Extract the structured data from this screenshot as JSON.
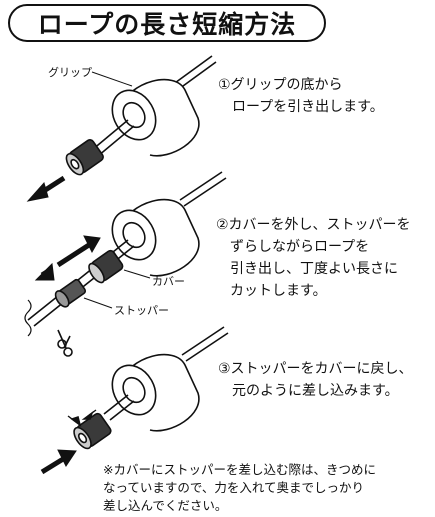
{
  "title": "ロープの長さ短縮方法",
  "labels": {
    "grip": "グリップ",
    "cover": "カバー",
    "stopper": "ストッパー"
  },
  "steps": [
    {
      "line1": "①グリップの底から",
      "line2": "ロープを引き出します。"
    },
    {
      "line1": "②カバーを外し、ストッパーを",
      "line2": "ずらしながらロープを",
      "line3": "引き出し、丁度よい長さに",
      "line4": "カットします。"
    },
    {
      "line1": "③ストッパーをカバーに戻し、",
      "line2": "元のように差し込みます。"
    }
  ],
  "note": {
    "line1": "※カバーにストッパーを差し込む際は、きつめに",
    "line2": "なっていますので、力を入れて奥までしっかり",
    "line3": "差し込んでください。"
  },
  "colors": {
    "ink": "#111111",
    "cover": "#3a3a3a",
    "stopper": "#555555",
    "paper": "#ffffff"
  },
  "icons": [
    "scissors-icon",
    "arrow-icon"
  ]
}
